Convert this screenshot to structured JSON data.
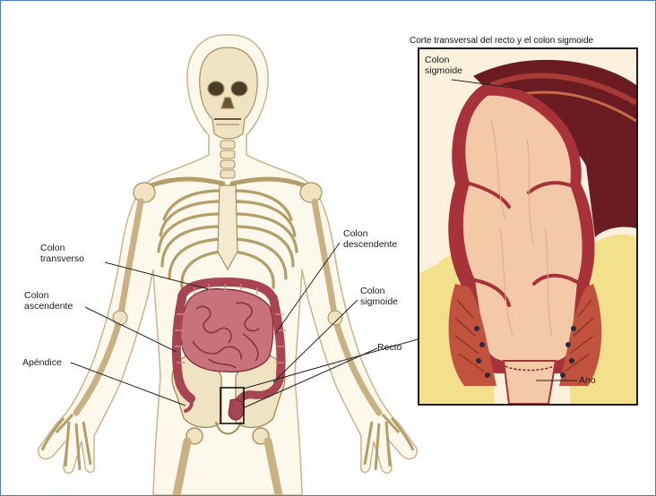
{
  "labels": {
    "transverse": "Colon\ntransverso",
    "ascending": "Colon\nascendente",
    "appendix": "Apéndice",
    "descending": "Colon\ndescendente",
    "sigmoid": "Colon\nsigmoide",
    "rectum": "Recto"
  },
  "inset": {
    "title": "Corte transversal del recto y el colon sigmoide",
    "sigmoid_label": "Colon\nsigmoide",
    "anus_label": "Ano"
  },
  "colors": {
    "bone": "#efe3c2",
    "bone_stroke": "#b59d6a",
    "body_outline": "#c9b48c",
    "colon": "#a84553",
    "colon_dark": "#7a2230",
    "colon_light": "#d98a92",
    "tissue": "#f0c49c",
    "muscle": "#b84a3a"
  }
}
